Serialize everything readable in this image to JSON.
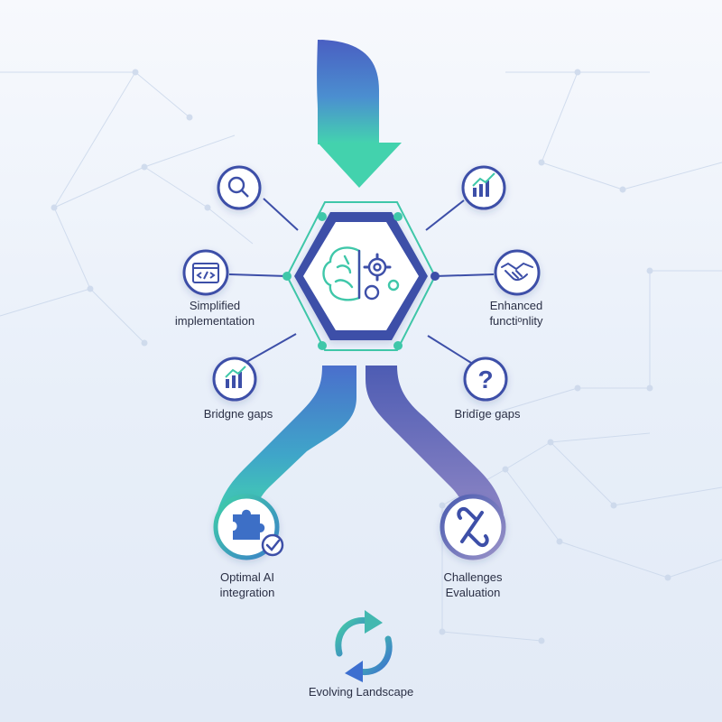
{
  "colors": {
    "navy": "#3d4fa8",
    "blue": "#4b6ec9",
    "teal": "#3fc7a9",
    "purple": "#7b78c0",
    "text": "#2a2f45",
    "network": "#c5d3e8"
  },
  "center": {
    "icon": "brain-gears-icon"
  },
  "nodes": [
    {
      "id": "search",
      "icon": "magnifier-icon",
      "lines": []
    },
    {
      "id": "code",
      "icon": "code-window-icon",
      "lines": [
        "Simplified",
        "implementation"
      ]
    },
    {
      "id": "growth-left",
      "icon": "bar-chart-up-icon",
      "lines": [
        "Bridgne gaps"
      ]
    },
    {
      "id": "growth-right",
      "icon": "bar-chart-up-icon",
      "lines": []
    },
    {
      "id": "handshake",
      "icon": "handshake-icon",
      "lines": [
        "Enhanced",
        "functiᵒnlity"
      ]
    },
    {
      "id": "question",
      "icon": "question-icon",
      "lines": [
        "Bridīge gaps"
      ]
    }
  ],
  "outcomes": [
    {
      "id": "integration",
      "icon": "puzzle-check-icon",
      "lines": [
        "Optimal AI",
        "integration"
      ]
    },
    {
      "id": "challenges",
      "icon": "broken-link-icon",
      "lines": [
        "Challenges",
        "Evaluation"
      ]
    }
  ],
  "footer": {
    "icon": "cycle-arrows-icon",
    "label": "Evolving Landscape"
  }
}
